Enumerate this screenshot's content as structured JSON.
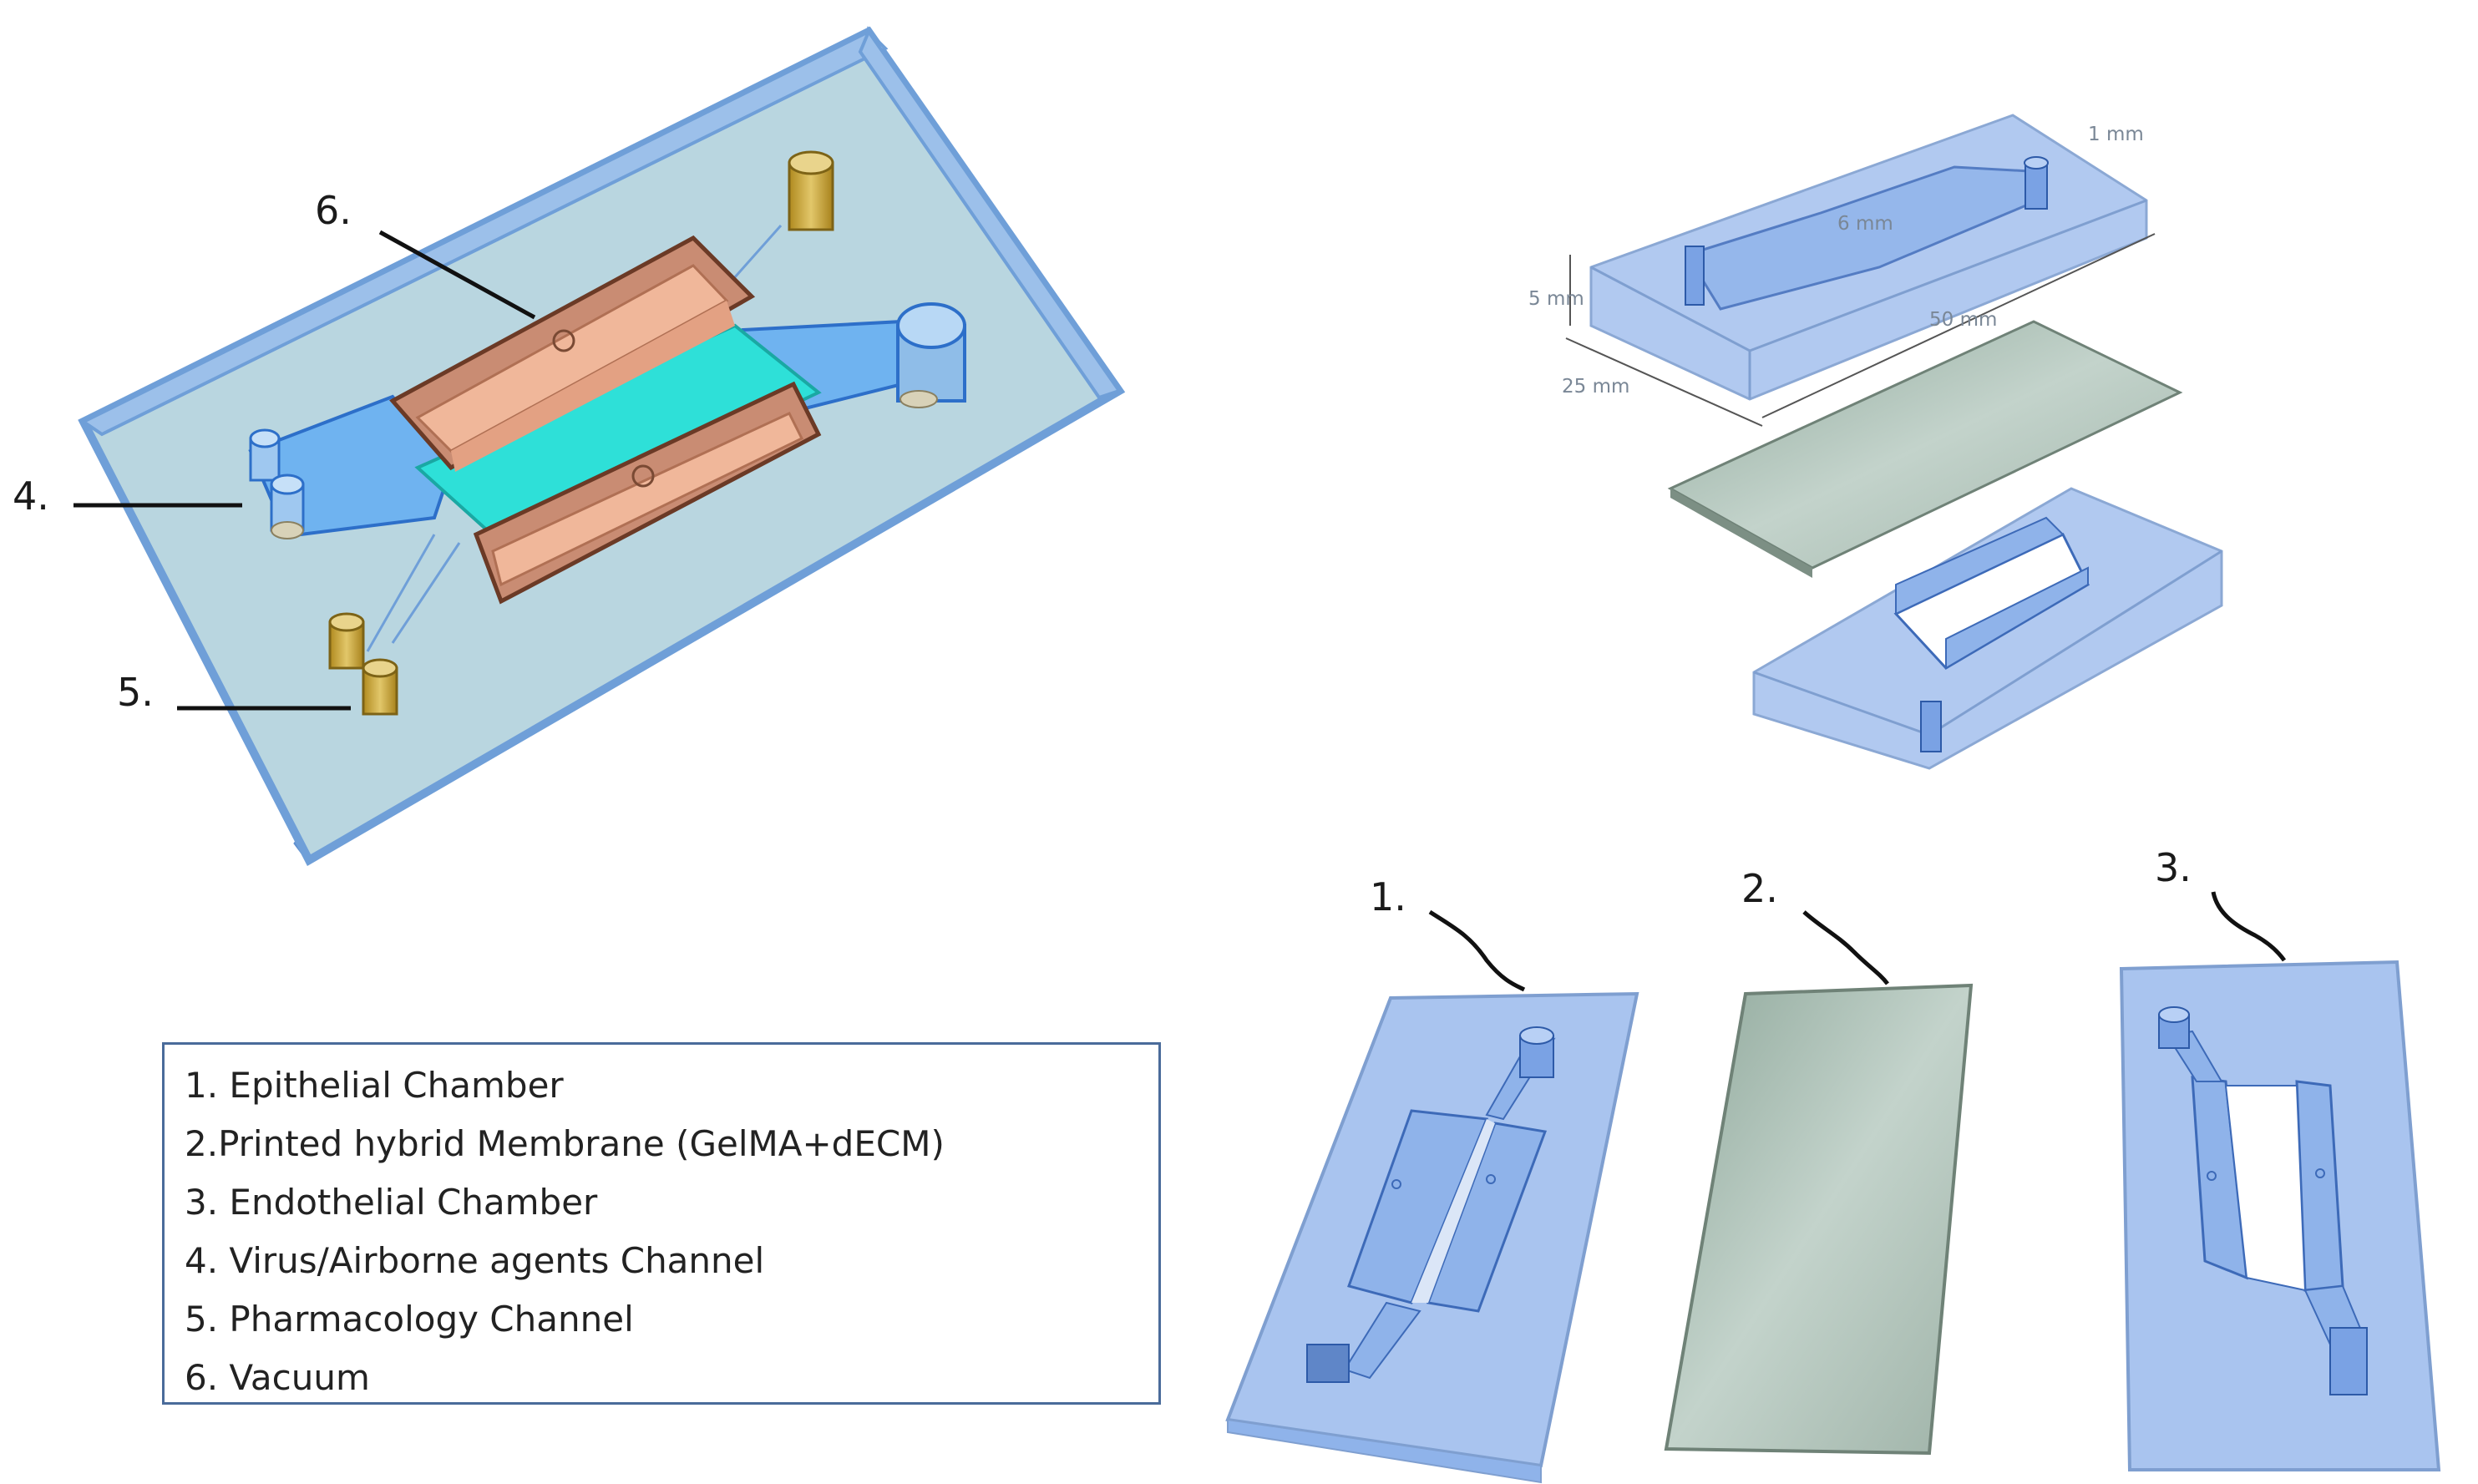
{
  "left_device": {
    "callouts": [
      "6.",
      "4.",
      "5."
    ]
  },
  "exploded_view": {
    "dimensions": {
      "height": "5 mm",
      "width": "25 mm",
      "length": "50 mm",
      "chamber": "6 mm",
      "port": "1 mm"
    }
  },
  "layers": {
    "callouts": [
      "1.",
      "2.",
      "3."
    ]
  },
  "legend": {
    "items": [
      "1. Epithelial Chamber",
      "2.Printed hybrid Membrane (GelMA+dECM)",
      "3. Endothelial Chamber",
      "4. Virus/Airborne agents Channel",
      "5. Pharmacology Channel",
      "6. Vacuum"
    ]
  },
  "colors": {
    "chip_fill": "#b9d6e0",
    "chip_edge": "#6f9fd8",
    "chamber": "#d9a48c",
    "membrane_channel": "#2ee0d8",
    "port_gold": "#c9a93a",
    "layer_blue": "#a9c4ef",
    "membrane_gray": "#9fb1a6"
  }
}
